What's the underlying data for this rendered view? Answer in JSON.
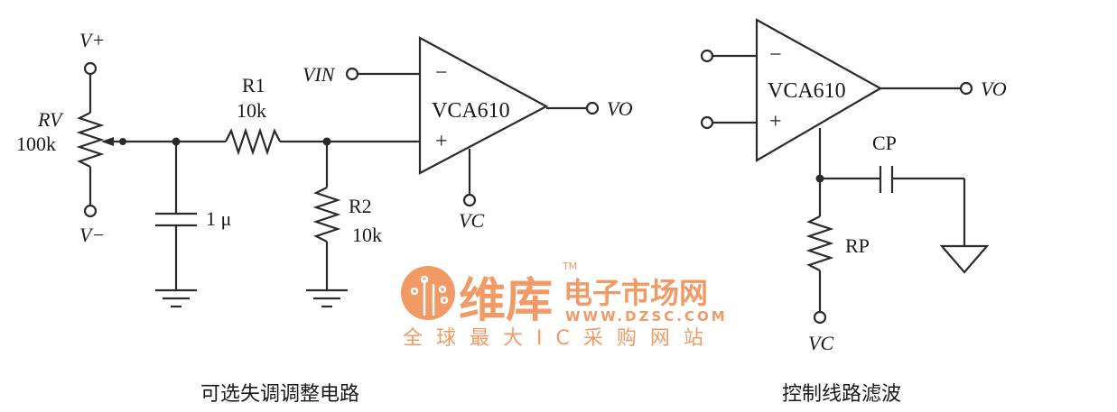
{
  "left_circuit": {
    "vplus": "V+",
    "vminus": "V−",
    "rv_label": "RV",
    "rv_value": "100k",
    "r1_label": "R1",
    "r1_value": "10k",
    "r2_label": "R2",
    "r2_value": "10k",
    "cap_value": "1 μ",
    "vin": "VIN",
    "amp_name": "VCA610",
    "minus": "−",
    "plus": "+",
    "vo": "VO",
    "vc": "VC",
    "caption": "可选失调调整电路"
  },
  "right_circuit": {
    "amp_name": "VCA610",
    "minus": "−",
    "plus": "+",
    "vo": "VO",
    "cp_label": "CP",
    "rp_label": "RP",
    "vc": "VC",
    "caption": "控制线路滤波"
  },
  "watermark": {
    "brand": "维库",
    "name": "电子市场网",
    "tm": "TM",
    "url": "WWW.DZSC.COM",
    "slogan": "全球最大IC采购网站",
    "color": "#f19a66"
  }
}
